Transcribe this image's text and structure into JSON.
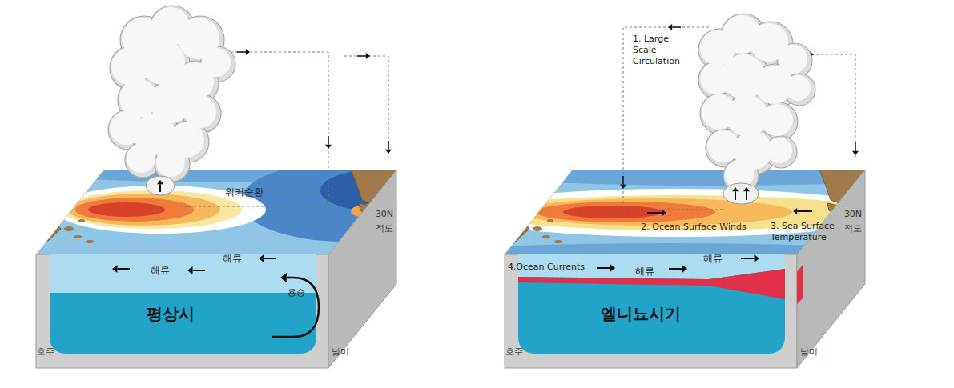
{
  "diagram": {
    "labels": [
      "워커순환",
      "30N",
      "적도",
      "해류",
      "해류",
      "용승",
      "평상시",
      "호주",
      "남미",
      "1. Large Scale Circulation",
      "2. Ocean Surface Winds",
      "3. Sea Surface Temperature",
      "30N",
      "적도",
      "4.Ocean Currents",
      "해류",
      "해류",
      "엘니뇨시기",
      "호주",
      "남미"
    ]
  }
}
